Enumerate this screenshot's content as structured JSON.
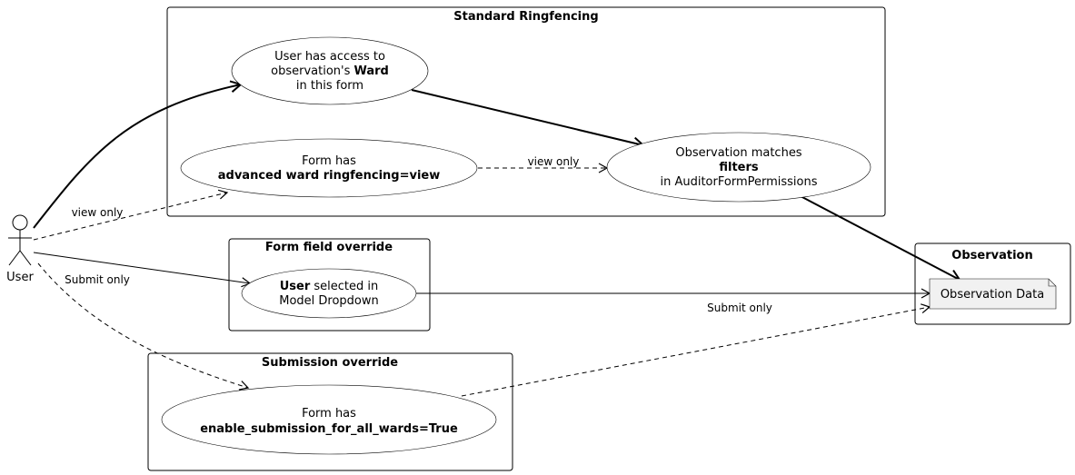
{
  "actor": {
    "label": "User"
  },
  "packages": {
    "standard": {
      "title": "Standard Ringfencing"
    },
    "form_field": {
      "title": "Form field override"
    },
    "submission": {
      "title": "Submission override"
    },
    "observation": {
      "title": "Observation"
    }
  },
  "usecases": {
    "ward_access": {
      "line1": "User has access to",
      "line2_pre": "observation's ",
      "line2_bold": "Ward",
      "line3": "in this form"
    },
    "advanced_ringfencing": {
      "line1": "Form has",
      "line2_bold": "advanced ward ringfencing=view"
    },
    "filters_match": {
      "line1": "Observation matches",
      "line2_bold": "filters",
      "line3": "in AuditorFormPermissions"
    },
    "model_dropdown": {
      "line1_bold": "User",
      "line1_post": " selected in",
      "line2": "Model Dropdown"
    },
    "enable_submission": {
      "line1": "Form has",
      "line2_bold": "enable_submission_for_all_wards=True"
    }
  },
  "artifact": {
    "label": "Observation Data"
  },
  "edge_labels": {
    "view_only_actor": "view only",
    "view_only_filters": "view only",
    "submit_only_actor": "Submit only",
    "submit_only_data": "Submit only"
  }
}
